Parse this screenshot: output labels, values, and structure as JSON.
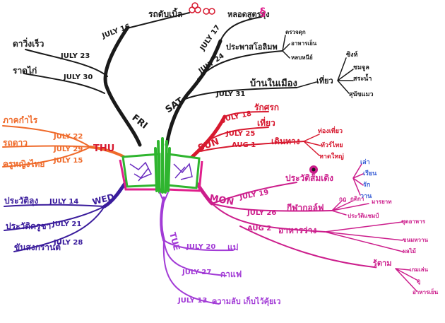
{
  "colors": {
    "fri": "#1a1a1a",
    "sat": "#1a1a1a",
    "sun": "#d7192f",
    "mon": "#cc1e8c",
    "tue": "#a23bd6",
    "wed": "#3a1c9c",
    "thu": "#ef6a2a",
    "book_green": "#2fb52f",
    "book_pink": "#e01e8c"
  },
  "branches": {
    "fri": {
      "label": "FRI",
      "dates": {
        "jul16": "JULY 16",
        "jul23": "JULY 23",
        "jul30": "JULY 30"
      },
      "leaves": {
        "jul16": "รถดับเบิ้ล",
        "jul23": "ดาวิ่งเร็ว",
        "jul30": "ราดไก่"
      }
    },
    "sat": {
      "label": "SAT",
      "dates": {
        "jul17": "JULY 17",
        "jul24": "JULY 24",
        "jul31": "JULY 31"
      },
      "leaves": {
        "jul17": "หลอดสูตรสุ่ง",
        "jul24": "ประพาสโอลิมพ",
        "jul24_sub": [
          "ตรวจดุก",
          "อาหารเย็น",
          "หลบหนีย์"
        ],
        "jul31": "บ้านในเมือง",
        "jul31_sub": "เที่ยว",
        "jul31_subsub": [
          "ซิงห์",
          "ชมจูล",
          "สระน้ำ",
          "สุนัขแมว"
        ]
      }
    },
    "sun": {
      "label": "SUN",
      "dates": {
        "jul18": "JULY 18",
        "jul25": "JULY 25",
        "aug1": "AUG 1"
      },
      "leaves": {
        "jul18": "รักศรก",
        "jul25": "เที่ยว",
        "aug1": "เดินทาง",
        "aug1_sub": [
          "ท่องเที่ยว",
          "ทัวร์ไทย",
          "หาดใหญ่"
        ]
      }
    },
    "mon": {
      "label": "MON",
      "dates": {
        "jul19": "JULY 19",
        "jul26": "JULY 26",
        "aug2": "AUG 2"
      },
      "leaves": {
        "jul19": "ประวัติส้มเดิง",
        "jul19_sub": [
          "เล่า",
          "เรียน",
          "รัก",
          "วาน"
        ],
        "jul26": "กีฬากอล์ฟ",
        "jul26_sub": [
          "กฎ",
          "กติกา",
          "มารยาท",
          "ประวัติแชมป์"
        ],
        "aug2": "อาหารว่าง",
        "aug2_sub": [
          "ชุดอาหาร",
          "ขนมหวาน",
          "ผลไม้"
        ],
        "aug2_extra": "รู้ตาม",
        "aug2_extra_sub": [
          "เกมเล่น",
          "ดู",
          "อาหารเย็น"
        ]
      }
    },
    "tue": {
      "label": "TUE",
      "dates": {
        "jul20": "JULY 20",
        "jul27": "JULY 27",
        "jul13": "JULY 13"
      },
      "leaves": {
        "jul20": "แม่",
        "jul27": "กาแฟ",
        "jul13": "ความลับ เก็บไว้คุ้ยเว"
      }
    },
    "wed": {
      "label": "WED",
      "dates": {
        "jul14": "JULY 14",
        "jul21": "JULY 21",
        "jul28": "JULY 28"
      },
      "leaves": {
        "jul14": "ประวัติลุง",
        "jul21": "ประวัติครูชา",
        "jul28": "ขันสงกรานต์"
      }
    },
    "thu": {
      "label": "THU",
      "dates": {
        "jul22": "JULY 22",
        "jul29": "JULY 29",
        "jul15": "JULY 15"
      },
      "leaves": {
        "jul22": "ภาคกำไร",
        "jul29": "รถดาว",
        "jul15": "ครูหญิงไทย"
      }
    }
  }
}
